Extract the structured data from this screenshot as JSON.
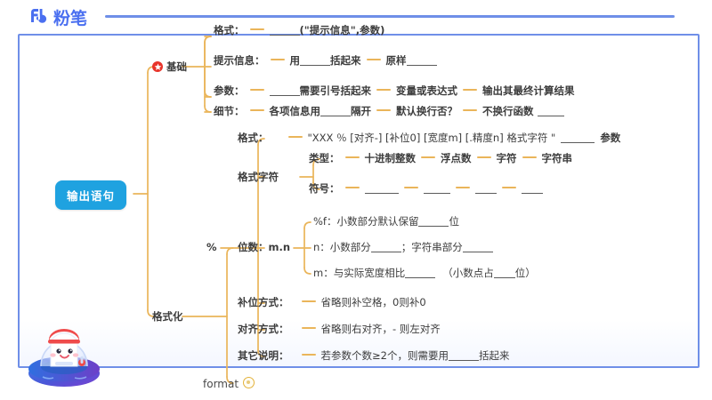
{
  "brand": {
    "name": "粉笔",
    "logo_icon": "fb-logo-icon"
  },
  "mindmap": {
    "root": {
      "label": "输出语句"
    },
    "branches": [
      {
        "id": "basics",
        "label": "基础",
        "icon": "red-star-icon",
        "children": [
          {
            "label": "格式：",
            "detail": "______(\"提示信息\",参数)"
          },
          {
            "label": "提示信息：",
            "detail": "用______括起来 — 原样______"
          },
          {
            "label": "参数：",
            "detail": "______需要引号括起来 — 变量或表达式 — 输出其最终计算结果"
          },
          {
            "label": "细节：",
            "detail": "各项信息用______隔开 — 默认换行否？ — 不换行函数 ______"
          }
        ]
      },
      {
        "id": "formatting",
        "label": "格式化",
        "children": [
          {
            "id": "percent",
            "label": "%",
            "children": [
              {
                "label": "格式：",
                "detail": "\"XXX ％ [对齐-] [补位0] [宽度m] [.精度n] 格式字符 \" ______ 参数"
              },
              {
                "label": "格式字符",
                "children": [
                  {
                    "label": "类型：",
                    "detail": "十进制整数 — 浮点数 — 字符 — 字符串"
                  },
                  {
                    "label": "符号：",
                    "detail": "______ — ______ — ______ — ______"
                  }
                ]
              },
              {
                "label": "位数：m.n",
                "children": [
                  {
                    "label": "%f：小数部分默认保留______位"
                  },
                  {
                    "label": "n：小数部分______；字符串部分______"
                  },
                  {
                    "label": "m：与实际宽度相比______（小数点占____位）"
                  }
                ]
              },
              {
                "label": "补位方式：",
                "detail": "省略则补空格，0则补0"
              },
              {
                "label": "对齐方式：",
                "detail": "省略则右对齐，- 则左对齐"
              },
              {
                "label": "其它说明：",
                "detail": "若参数个数≥2个，则需要用______括起来"
              }
            ]
          },
          {
            "id": "format-func",
            "label": "format",
            "icon": "format-circle-icon"
          }
        ]
      }
    ]
  },
  "labels": {
    "fmt": "格式：",
    "tip": "提示信息：",
    "param": "参数：",
    "detail": "细节：",
    "fmtchar": "格式字符",
    "type": "类型：",
    "symbol": "符号：",
    "digits": "位数：m.n",
    "padding": "补位方式：",
    "align": "对齐方式：",
    "other": "其它说明：",
    "basics": "基础",
    "formatting": "格式化",
    "percent": "%",
    "format": "format",
    "root": "输出语句"
  },
  "texts": {
    "t_fmt_tail": "(\"提示信息\",参数)",
    "t_tip_a": "用",
    "t_tip_a2": "括起来",
    "t_tip_b": "原样",
    "t_param_a": "需要引号括起来",
    "t_param_b": "变量或表达式",
    "t_param_c": "输出其最终计算结果",
    "t_detail_a": "各项信息用",
    "t_detail_a2": "隔开",
    "t_detail_b": "默认换行否？",
    "t_detail_c": "不换行函数",
    "t_pfmt": "\"XXX ％ [对齐-] [补位0] [宽度m] [.精度n] 格式字符 \"",
    "t_pfmt_tail": "参数",
    "t_type_1": "十进制整数",
    "t_type_2": "浮点数",
    "t_type_3": "字符",
    "t_type_4": "字符串",
    "t_d1_a": "%f：小数部分默认保留",
    "t_d1_b": "位",
    "t_d2_a": "n：小数部分",
    "t_d2_b": "；字符串部分",
    "t_d3_a": "m：与实际宽度相比",
    "t_d3_b": "（小数点占",
    "t_d3_c": "位）",
    "t_pad": "省略则补空格，0则补0",
    "t_align": "省略则右对齐，- 则左对齐",
    "t_other_a": "若参数个数≥2个，则需要用",
    "t_other_b": "括起来"
  },
  "colors": {
    "root_bg": "#1fa2e0",
    "branch_line": "#eab55a",
    "frame_border": "#6f8fe8",
    "brand": "#4a6ff0",
    "star": "#e8342a",
    "text": "#3c3c3c"
  }
}
